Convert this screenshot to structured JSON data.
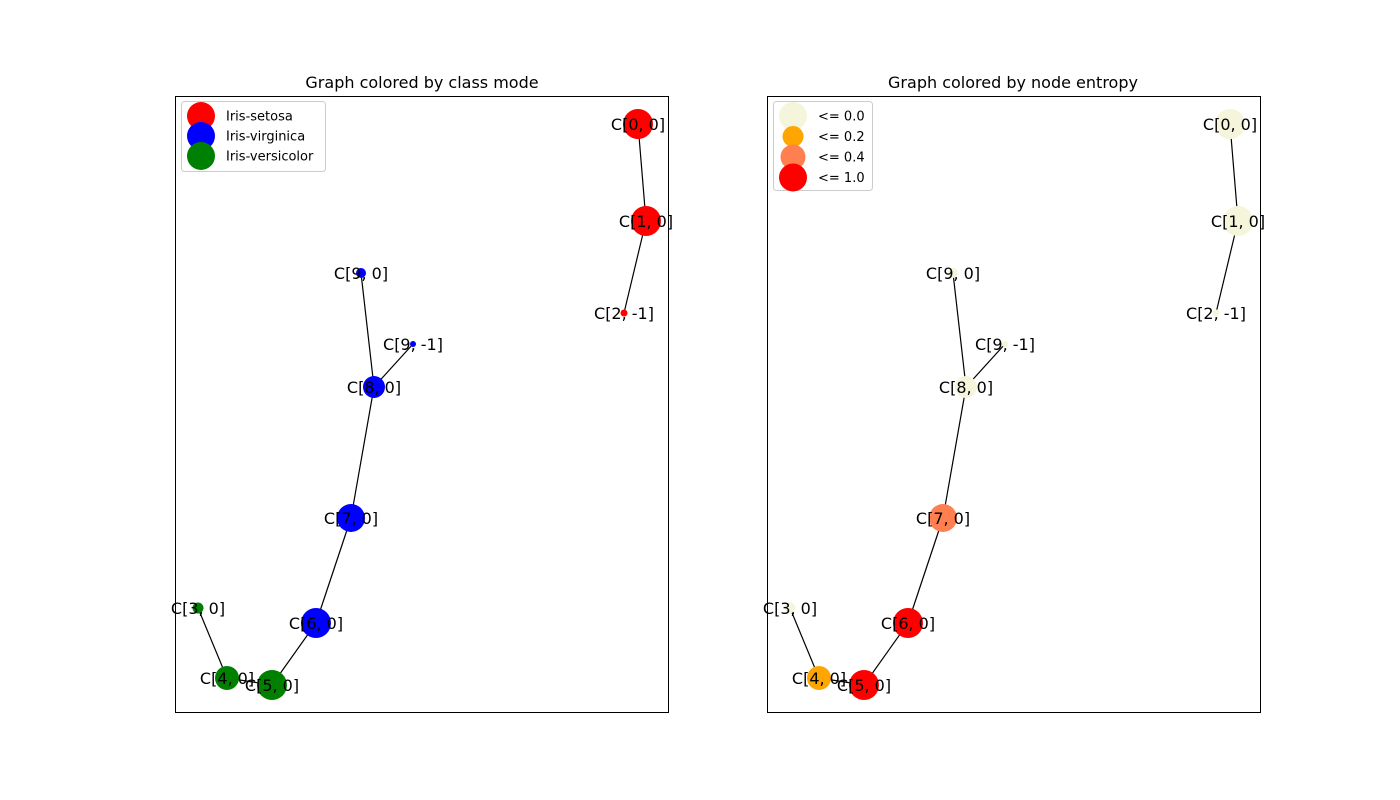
{
  "panels": [
    {
      "id": "class-mode",
      "title": "Graph colored by class mode",
      "legend": [
        {
          "label": "Iris-setosa",
          "color": "#ff0000"
        },
        {
          "label": "Iris-virginica",
          "color": "#0000ff"
        },
        {
          "label": "Iris-versicolor",
          "color": "#008000"
        }
      ]
    },
    {
      "id": "entropy",
      "title": "Graph colored by node entropy",
      "legend": [
        {
          "label": "<= 0.0",
          "color": "#f5f5dc"
        },
        {
          "label": "<= 0.2",
          "color": "#ffa500"
        },
        {
          "label": "<= 0.4",
          "color": "#ff7f50"
        },
        {
          "label": "<= 1.0",
          "color": "#ff0000"
        }
      ]
    }
  ],
  "graph": {
    "nodes": [
      {
        "id": "C[0, 0]",
        "class": "Iris-setosa",
        "entropy_bin": "<= 0.0"
      },
      {
        "id": "C[1, 0]",
        "class": "Iris-setosa",
        "entropy_bin": "<= 0.0"
      },
      {
        "id": "C[2, -1]",
        "class": "Iris-setosa",
        "entropy_bin": "<= 0.0"
      },
      {
        "id": "C[9, 0]",
        "class": "Iris-virginica",
        "entropy_bin": "<= 0.0"
      },
      {
        "id": "C[9, -1]",
        "class": "Iris-virginica",
        "entropy_bin": "<= 0.0"
      },
      {
        "id": "C[8, 0]",
        "class": "Iris-virginica",
        "entropy_bin": "<= 0.0"
      },
      {
        "id": "C[7, 0]",
        "class": "Iris-virginica",
        "entropy_bin": "<= 0.4"
      },
      {
        "id": "C[6, 0]",
        "class": "Iris-virginica",
        "entropy_bin": "<= 1.0"
      },
      {
        "id": "C[3, 0]",
        "class": "Iris-versicolor",
        "entropy_bin": "<= 0.0"
      },
      {
        "id": "C[4, 0]",
        "class": "Iris-versicolor",
        "entropy_bin": "<= 0.2"
      },
      {
        "id": "C[5, 0]",
        "class": "Iris-versicolor",
        "entropy_bin": "<= 1.0"
      }
    ],
    "edges": [
      [
        "C[0, 0]",
        "C[1, 0]"
      ],
      [
        "C[1, 0]",
        "C[2, -1]"
      ],
      [
        "C[9, 0]",
        "C[8, 0]"
      ],
      [
        "C[9, -1]",
        "C[8, 0]"
      ],
      [
        "C[8, 0]",
        "C[7, 0]"
      ],
      [
        "C[7, 0]",
        "C[6, 0]"
      ],
      [
        "C[6, 0]",
        "C[5, 0]"
      ],
      [
        "C[5, 0]",
        "C[4, 0]"
      ],
      [
        "C[4, 0]",
        "C[3, 0]"
      ]
    ]
  }
}
